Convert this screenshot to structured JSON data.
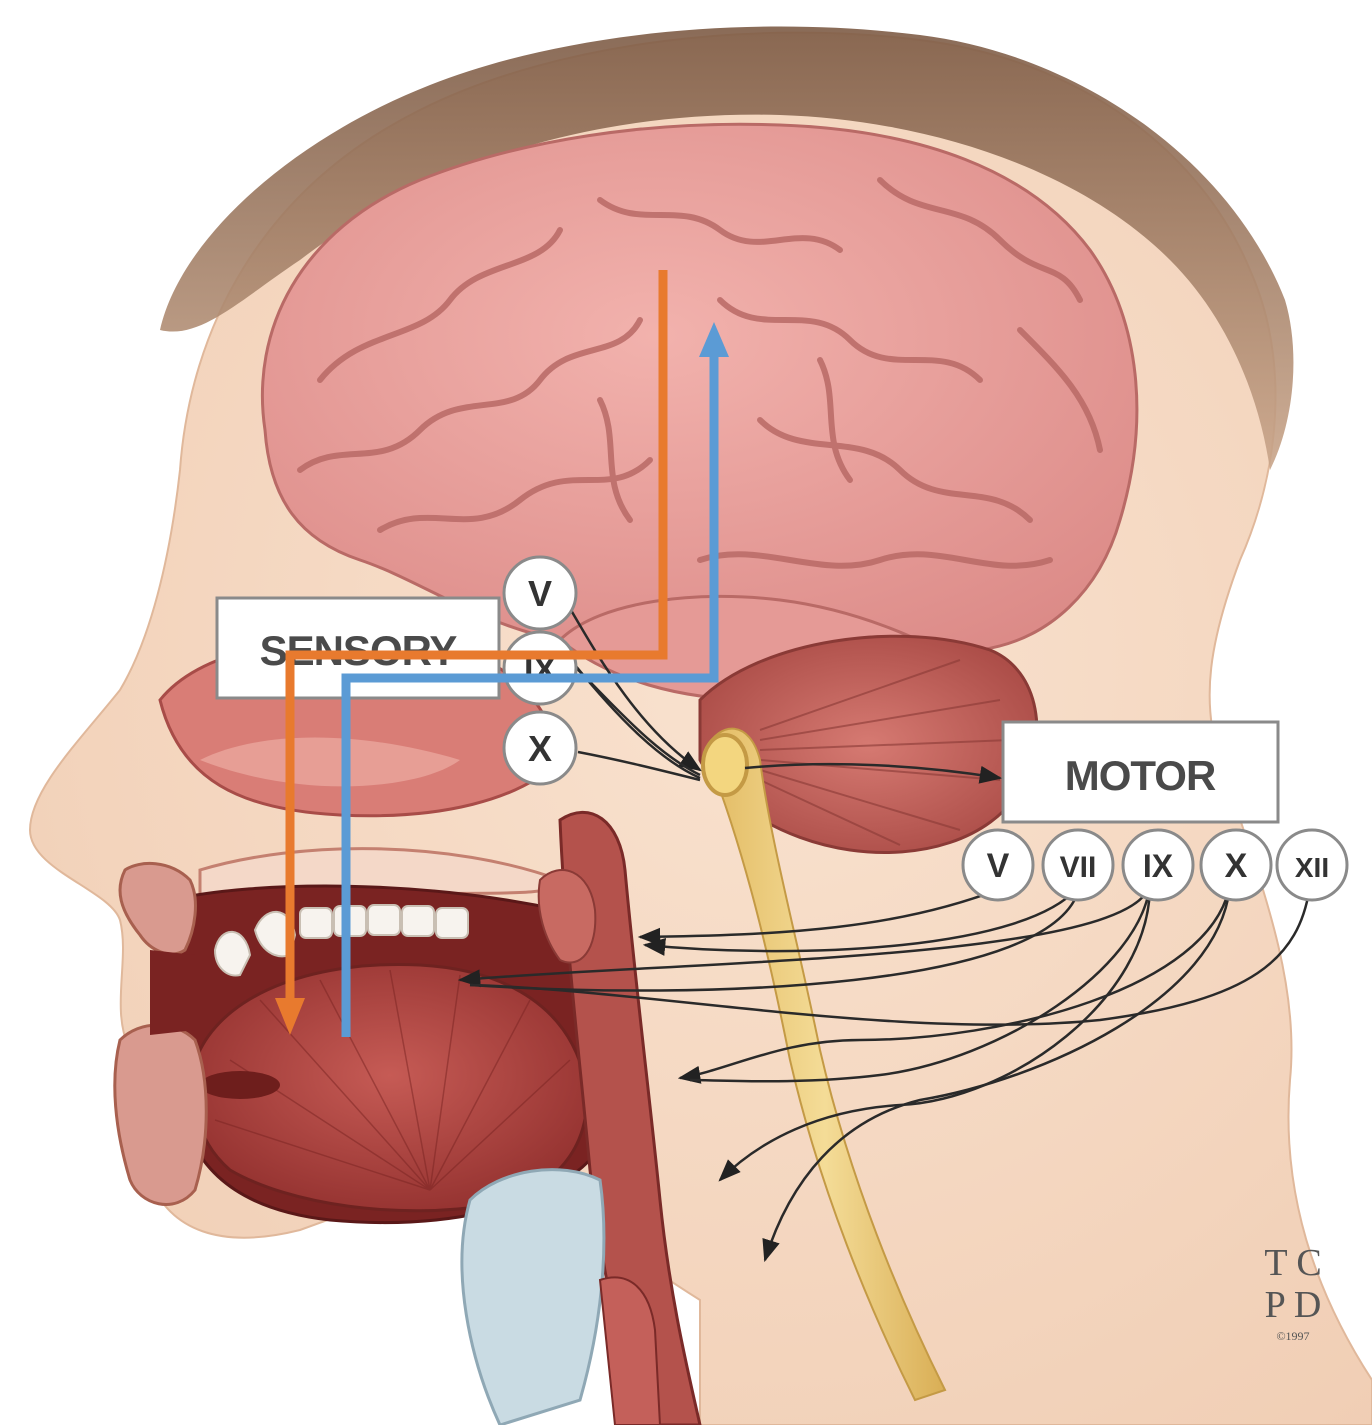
{
  "labels": {
    "sensory": "SENSORY",
    "motor": "MOTOR"
  },
  "sensory_nerves": [
    "V",
    "IX",
    "X"
  ],
  "motor_nerves": [
    "V",
    "VII",
    "IX",
    "X",
    "XII"
  ],
  "watermark": {
    "line1": "T C",
    "line2": "P D",
    "line3": "©1997"
  },
  "colors": {
    "sensory_path": "#e87a2e",
    "motor_path": "#5b9bd5",
    "brain": "#e8a0a0",
    "skin": "#f5d9c4",
    "hair": "#8a6a55",
    "muscle": "#b8504a",
    "spinal_cord": "#ebc97a",
    "nerve_fibers": "#2a2a2a"
  }
}
